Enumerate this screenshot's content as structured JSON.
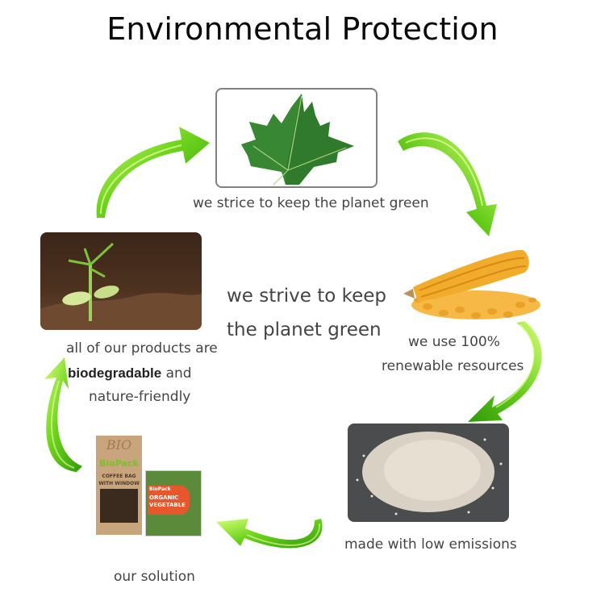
{
  "title": "Environmental Protection",
  "center_text": {
    "line1": "we strive to keep",
    "line2": "the planet green"
  },
  "nodes": [
    {
      "id": "leaf",
      "image": "maple-leaf",
      "caption": "we strice to keep the planet green"
    },
    {
      "id": "corn",
      "image": "corn-cob",
      "caption_line1": "we use 100%",
      "caption_line2": "renewable resources"
    },
    {
      "id": "pellets",
      "image": "bioplastic-pellets",
      "caption": "made with low emissions"
    },
    {
      "id": "solution",
      "image": "biopack-products",
      "caption": "our solution",
      "products": {
        "bag_brand": "BioPack",
        "bag_script": "BIO",
        "bag_line1": "COFFEE BAG",
        "bag_line2": "WITH WINDOW",
        "veg_brand": "BioPack",
        "veg_line1": "ORGANIC",
        "veg_line2": "VEGETABLE"
      }
    },
    {
      "id": "sprout",
      "image": "seedling-in-soil",
      "caption_line1": "all of our products are",
      "caption_bold": "biodegradable",
      "caption_rest": "and",
      "caption_line3": "nature-friendly"
    }
  ],
  "colors": {
    "arrow_light": "#b6f03c",
    "arrow_mid": "#5cc71a",
    "arrow_dark": "#2f9a0a",
    "leaf_frame": "#808080"
  }
}
